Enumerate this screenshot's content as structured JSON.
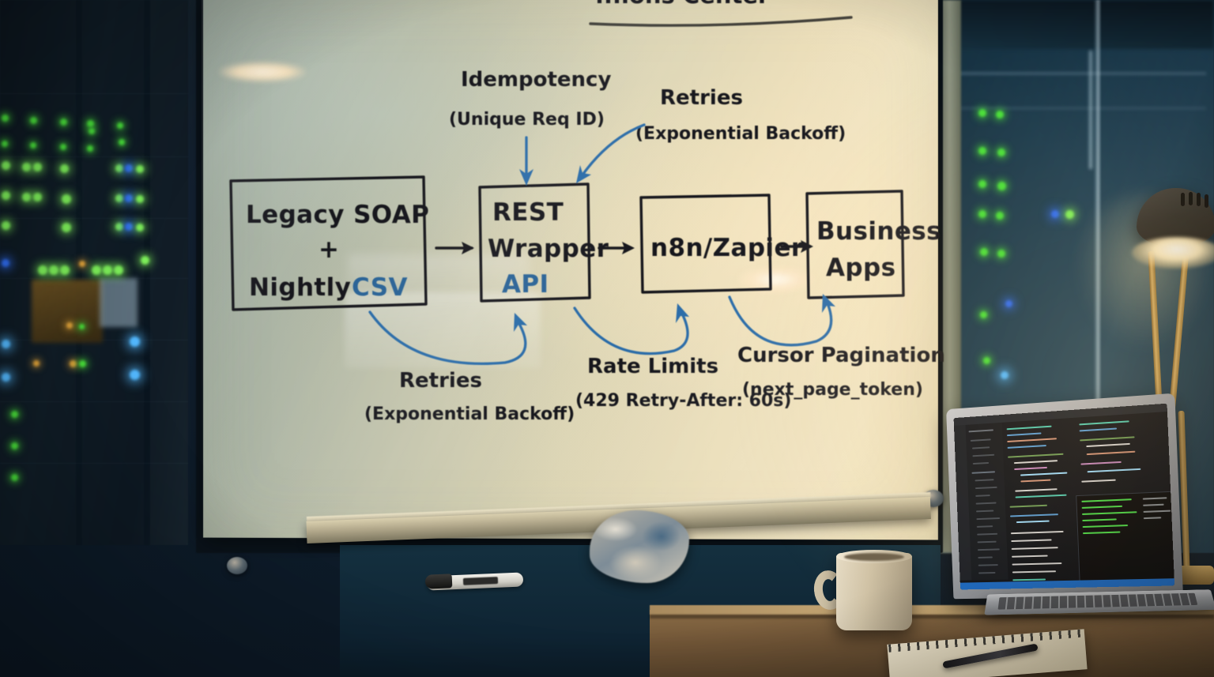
{
  "scene": {
    "setting": "night-office-whiteboard",
    "board_title_partial": "...ions Center",
    "palette": {
      "ink_black": "#16181a",
      "ink_blue": "#2c6496",
      "arrow_blue": "#2c6ca8",
      "board_cool": "#a9b3a4",
      "board_warm": "#f3e6c2",
      "room_dark": "#0e1c2a",
      "window_blue": "#22475e",
      "lamp_warm": "#ffeec2",
      "led_green": "#49e03a",
      "led_blue": "#2f6cf0",
      "desk_wood": "#8a6c46"
    }
  },
  "whiteboard": {
    "title": "...ions Center",
    "boxes": [
      {
        "id": "legacy-source",
        "lines": [
          {
            "text": "Legacy SOAP",
            "color": "ink"
          },
          {
            "text": "+",
            "color": "ink"
          },
          {
            "text": "Nightly ",
            "color": "ink",
            "suffix": "CSV",
            "suffix_color": "blue"
          }
        ],
        "label_plain": "Legacy SOAP + Nightly CSV"
      },
      {
        "id": "rest-wrapper",
        "lines": [
          {
            "text": "REST",
            "color": "ink"
          },
          {
            "text": "Wrapper",
            "color": "ink"
          },
          {
            "text": "API",
            "color": "blue"
          }
        ],
        "label_plain": "REST Wrapper API"
      },
      {
        "id": "automation",
        "lines": [
          {
            "text": "n8n/Zapier",
            "color": "ink"
          }
        ],
        "label_plain": "n8n/Zapier"
      },
      {
        "id": "business-apps",
        "lines": [
          {
            "text": "Business",
            "color": "ink"
          },
          {
            "text": "Apps",
            "color": "ink"
          }
        ],
        "label_plain": "Business Apps"
      }
    ],
    "annotations": [
      {
        "id": "idempotency",
        "heading": "Idempotency",
        "sub": "(Unique Req ID)",
        "position": "top-left-of-rest-box",
        "arrow": "straight-down-blue",
        "target": "rest-wrapper"
      },
      {
        "id": "retries-top",
        "heading": "Retries",
        "sub": "(Exponential Backoff)",
        "position": "top-right",
        "arrow": "curved-down-left-blue",
        "target": "rest-wrapper"
      },
      {
        "id": "retries-bottom",
        "heading": "Retries",
        "sub": "(Exponential Backoff)",
        "position": "below-legacy-and-rest",
        "arrow": "curved-up-right-blue",
        "target": "rest-wrapper"
      },
      {
        "id": "rate-limits",
        "heading": "Rate Limits",
        "sub": "(429 Retry-After: 60s)",
        "position": "below-automation",
        "arrow": "curved-up-right-blue",
        "target": "automation"
      },
      {
        "id": "cursor-pagination",
        "heading": "Cursor Pagination",
        "sub": "(next_page_token)",
        "position": "below-business-apps",
        "arrow": "curved-up-right-blue",
        "target": "business-apps"
      }
    ],
    "flow_arrows": [
      {
        "from": "legacy-source",
        "to": "rest-wrapper",
        "style": "straight-black"
      },
      {
        "from": "rest-wrapper",
        "to": "automation",
        "style": "straight-black"
      },
      {
        "from": "automation",
        "to": "business-apps",
        "style": "straight-black"
      }
    ],
    "tray_items": [
      {
        "name": "whiteboard-marker",
        "label": "marker"
      },
      {
        "name": "cleaning-cloth",
        "label": "cloth"
      }
    ]
  },
  "room": {
    "server_rack": {
      "name": "server-rack",
      "led_colors": [
        "#49e03a",
        "#7ef05a",
        "#2f6cf0",
        "#53b9ff",
        "#e0a33a"
      ]
    },
    "window": {
      "name": "office-window"
    },
    "desk": {
      "name": "wooden-desk"
    },
    "lamp": {
      "name": "desk-lamp",
      "state": "on"
    },
    "laptop": {
      "name": "laptop",
      "screen": "code-editor-dark-theme"
    },
    "mug": {
      "name": "coffee-mug"
    },
    "notebook": {
      "name": "spiral-notebook"
    },
    "pen": {
      "name": "pen"
    }
  }
}
